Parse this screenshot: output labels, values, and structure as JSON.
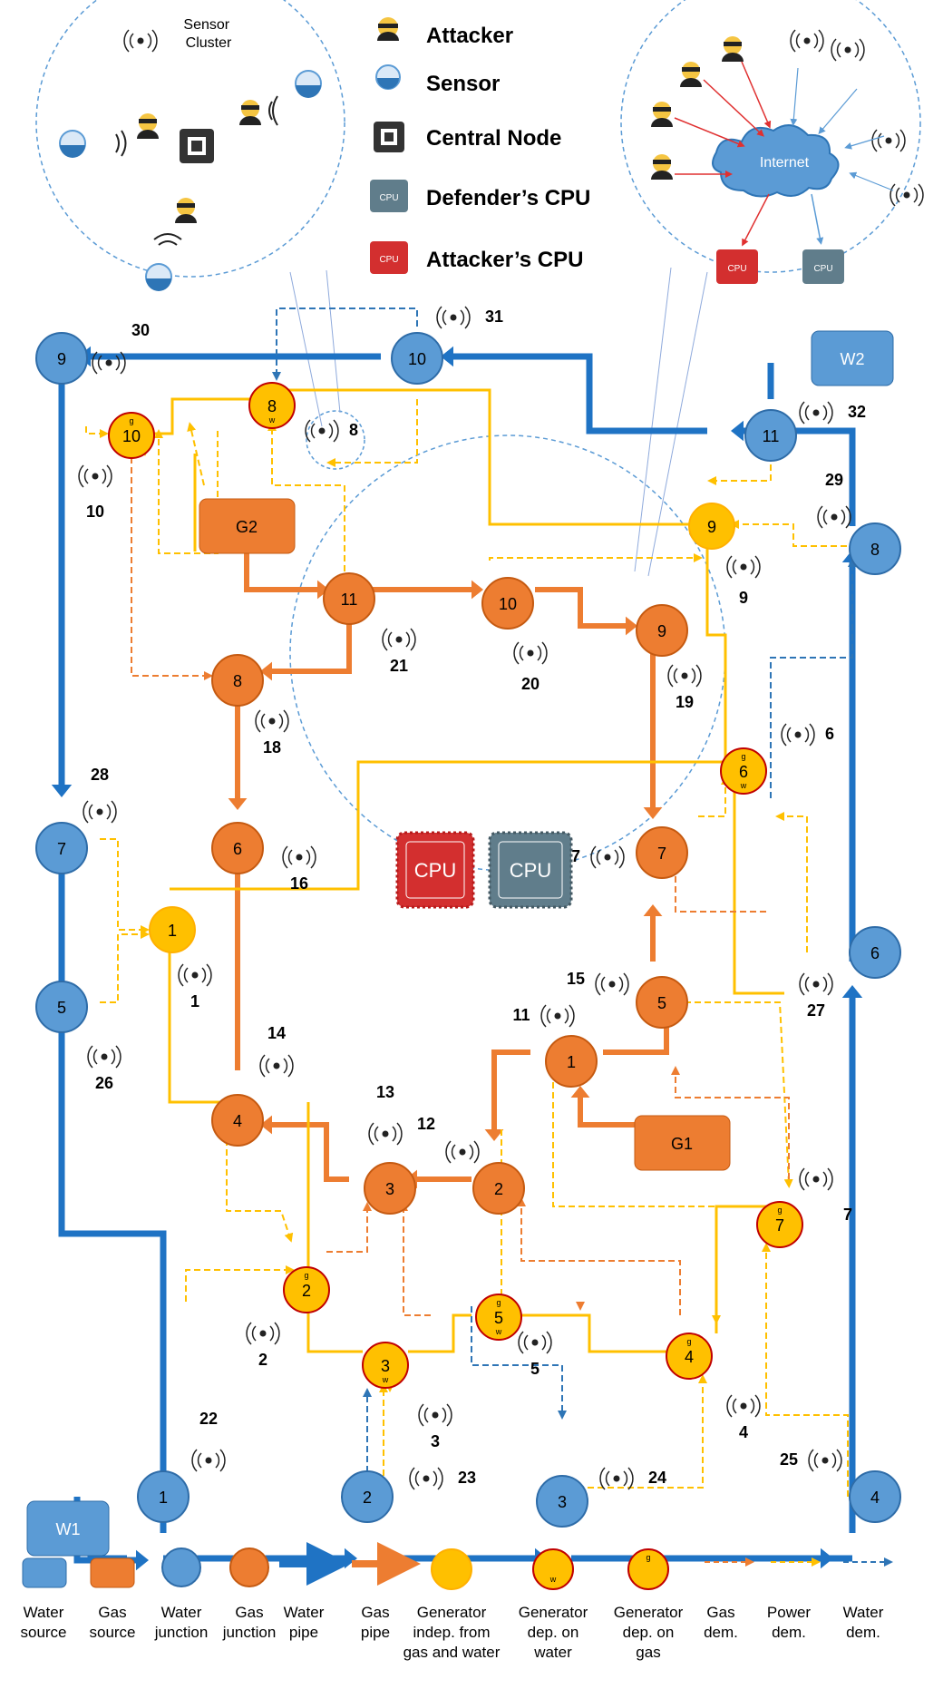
{
  "legend_top": {
    "attacker": "Attacker",
    "sensor": "Sensor",
    "central_node": "Central Node",
    "defender_cpu": "Defender’s CPU",
    "attacker_cpu": "Attacker’s CPU"
  },
  "bubbles": {
    "sensor_cluster_title": "Sensor Cluster",
    "sensor_cluster_title_line1": "Sensor",
    "sensor_cluster_title_line2": "Cluster",
    "internet": "Internet",
    "cpu_text": "CPU"
  },
  "sources": {
    "W1": "W1",
    "W2": "W2",
    "G1": "G1",
    "G2": "G2"
  },
  "water_junctions": [
    "1",
    "2",
    "3",
    "4",
    "5",
    "6",
    "7",
    "8",
    "9",
    "10",
    "11"
  ],
  "gas_junctions": [
    "1",
    "2",
    "3",
    "4",
    "5",
    "6",
    "7",
    "8",
    "9",
    "10",
    "11"
  ],
  "generators": [
    "1",
    "2",
    "3",
    "4",
    "5",
    "6",
    "7",
    "8",
    "9",
    "10"
  ],
  "generator_marks": {
    "gas": "g",
    "water": "w"
  },
  "sensor_numbers": [
    "1",
    "2",
    "3",
    "4",
    "5",
    "6",
    "7",
    "8",
    "9",
    "10",
    "11",
    "12",
    "13",
    "14",
    "15",
    "16",
    "17",
    "18",
    "19",
    "20",
    "21",
    "22",
    "23",
    "24",
    "25",
    "26",
    "27",
    "28",
    "29",
    "30",
    "31",
    "32"
  ],
  "legend_bottom": {
    "water_source": "Water source",
    "gas_source": "Gas source",
    "water_junction": "Water junction",
    "gas_junction": "Gas junction",
    "water_pipe": "Water pipe",
    "gas_pipe": "Gas pipe",
    "gen_indep": "Generator indep. from gas and water",
    "gen_water": "Generator dep. on water",
    "gen_gas": "Generator dep. on gas",
    "gas_dem": "Gas dem.",
    "power_dem": "Power dem.",
    "water_dem": "Water dem."
  },
  "legend_bottom_lines": {
    "water_source": [
      "Water",
      "source"
    ],
    "gas_source": [
      "Gas",
      "source"
    ],
    "water_junction": [
      "Water",
      "junction"
    ],
    "gas_junction": [
      "Gas",
      "junction"
    ],
    "water_pipe": [
      "Water",
      "pipe"
    ],
    "gas_pipe": [
      "Gas",
      "pipe"
    ],
    "gen_indep": [
      "Generator",
      "indep. from",
      "gas and water"
    ],
    "gen_water": [
      "Generator",
      "dep. on",
      "water"
    ],
    "gen_gas": [
      "Generator",
      "dep. on",
      "gas"
    ],
    "gas_dem": [
      "Gas",
      "dem."
    ],
    "power_dem": [
      "Power",
      "dem."
    ],
    "water_dem": [
      "Water",
      "dem."
    ]
  },
  "colors": {
    "water": "#1f73c4",
    "water_fill": "#5b9bd5",
    "water_stroke": "#2e6ca8",
    "gas": "#ed7d31",
    "gas_stroke": "#c55a11",
    "power": "#ffc000",
    "gen_stroke": "#c00000",
    "dem_gas": "#ed7d31",
    "dem_power": "#ffc000",
    "dem_water": "#2e75b6",
    "bubble": "#5b9bd5"
  }
}
